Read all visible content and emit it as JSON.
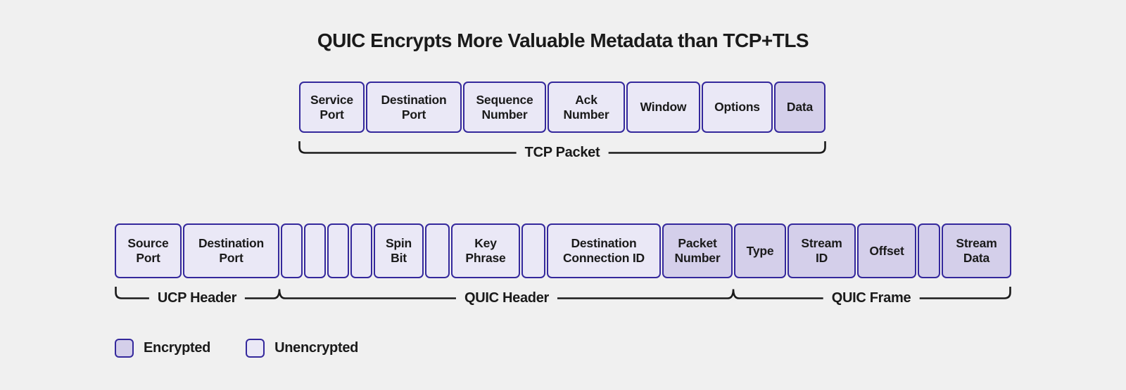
{
  "title": "QUIC Encrypts More Valuable Metadata than TCP+TLS",
  "colors": {
    "background": "#f0f0f0",
    "cell_border": "#34289c",
    "unencrypted_fill": "#eae8f6",
    "encrypted_fill": "#d4cfea",
    "text": "#1a1a1a"
  },
  "tcp_row": {
    "brace_label": "TCP Packet",
    "cells": [
      {
        "label": "Service\nPort",
        "encrypted": false
      },
      {
        "label": "Destination\nPort",
        "encrypted": false
      },
      {
        "label": "Sequence\nNumber",
        "encrypted": false
      },
      {
        "label": "Ack\nNumber",
        "encrypted": false
      },
      {
        "label": "Window",
        "encrypted": false
      },
      {
        "label": "Options",
        "encrypted": false
      },
      {
        "label": "Data",
        "encrypted": true
      }
    ]
  },
  "quic_row": {
    "brace_labels": [
      "UCP Header",
      "QUIC Header",
      "QUIC Frame"
    ],
    "cells": [
      {
        "label": "Source\nPort",
        "encrypted": false
      },
      {
        "label": "Destination\nPort",
        "encrypted": false
      },
      {
        "label": "",
        "encrypted": false
      },
      {
        "label": "",
        "encrypted": false
      },
      {
        "label": "",
        "encrypted": false
      },
      {
        "label": "",
        "encrypted": false
      },
      {
        "label": "Spin\nBit",
        "encrypted": false
      },
      {
        "label": "",
        "encrypted": false
      },
      {
        "label": "Key\nPhrase",
        "encrypted": false
      },
      {
        "label": "",
        "encrypted": false
      },
      {
        "label": "Destination\nConnection ID",
        "encrypted": false
      },
      {
        "label": "Packet\nNumber",
        "encrypted": true
      },
      {
        "label": "Type",
        "encrypted": true
      },
      {
        "label": "Stream\nID",
        "encrypted": true
      },
      {
        "label": "Offset",
        "encrypted": true
      },
      {
        "label": "",
        "encrypted": true
      },
      {
        "label": "Stream\nData",
        "encrypted": true
      }
    ]
  },
  "legend": {
    "encrypted_label": "Encrypted",
    "unencrypted_label": "Unencrypted"
  }
}
